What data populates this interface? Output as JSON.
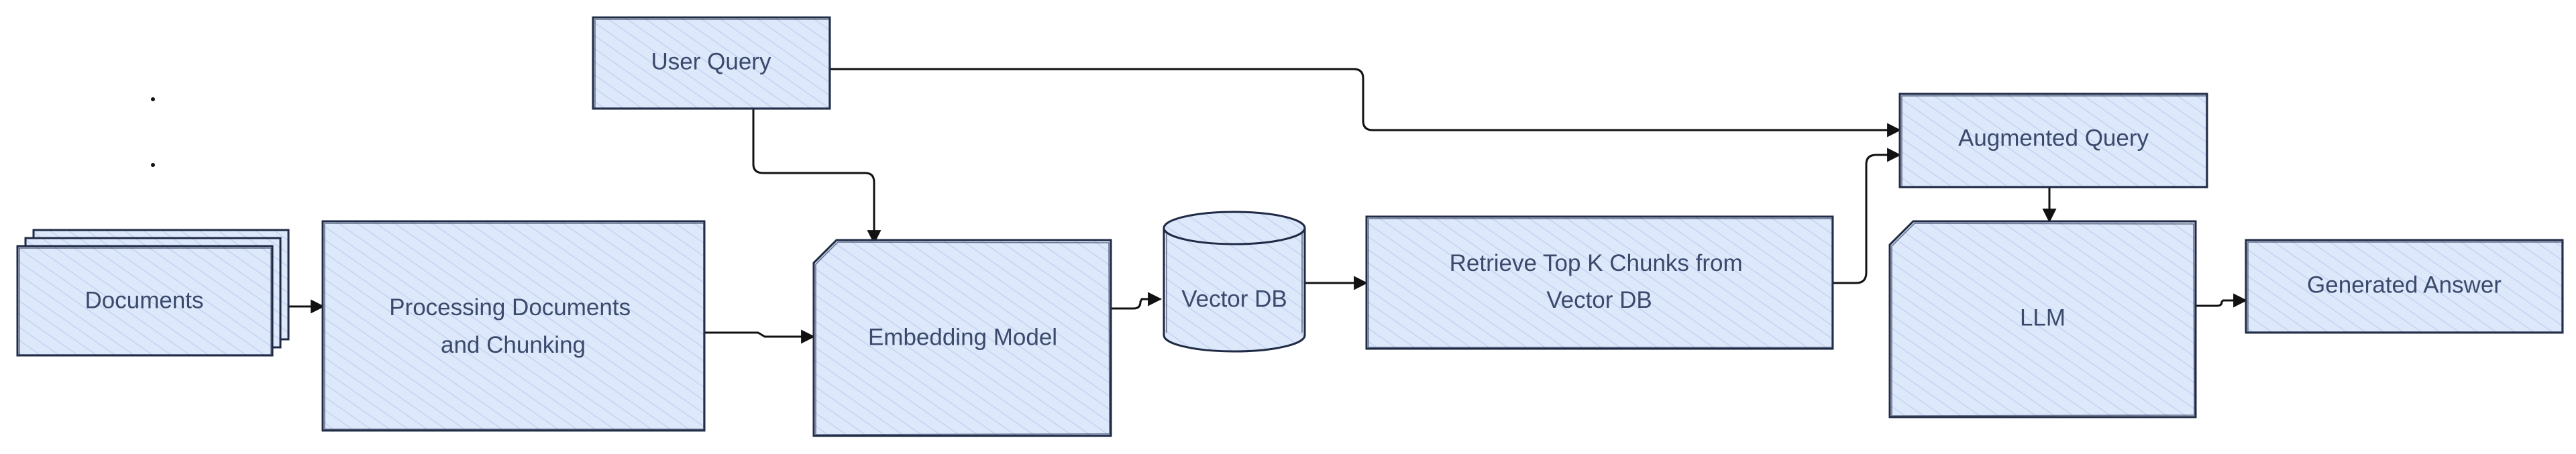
{
  "diagram": {
    "colors": {
      "fill": "#dde8fb",
      "hatch": "#c3d3f1",
      "stroke": "#1f2a44",
      "text": "#3b4a6b",
      "edge": "#111111"
    },
    "nodes": {
      "user_query": "User Query",
      "documents": "Documents",
      "processing": [
        "Processing Documents",
        "and Chunking"
      ],
      "embedding": "Embedding Model",
      "vector_db": "Vector DB",
      "retrieve": [
        "Retrieve Top K Chunks from",
        "Vector DB"
      ],
      "augmented": "Augmented Query",
      "llm": "LLM",
      "answer": "Generated Answer"
    },
    "edges": [
      {
        "from": "user_query",
        "to": "embedding"
      },
      {
        "from": "user_query",
        "to": "augmented"
      },
      {
        "from": "documents",
        "to": "processing"
      },
      {
        "from": "processing",
        "to": "embedding"
      },
      {
        "from": "embedding",
        "to": "vector_db"
      },
      {
        "from": "vector_db",
        "to": "retrieve"
      },
      {
        "from": "retrieve",
        "to": "augmented"
      },
      {
        "from": "augmented",
        "to": "llm"
      },
      {
        "from": "llm",
        "to": "answer"
      }
    ]
  }
}
